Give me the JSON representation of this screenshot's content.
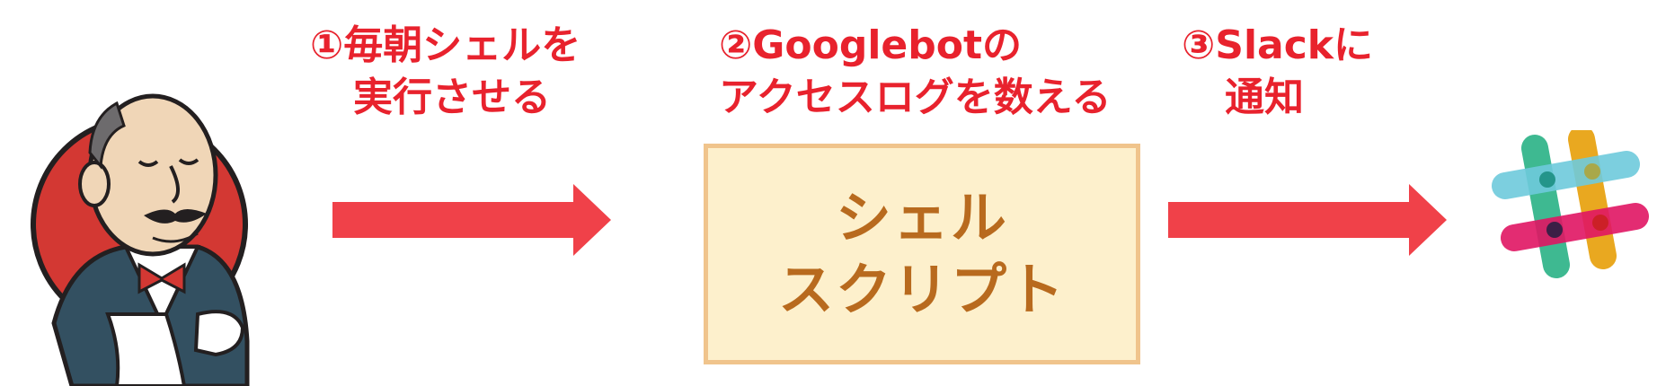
{
  "steps": [
    {
      "line1": "①毎朝シェルを",
      "line2": "実行させる"
    },
    {
      "line1": "②Googlebotの",
      "line2": "アクセスログを数える"
    },
    {
      "line1": "③Slackに",
      "line2": "通知"
    }
  ],
  "script_box": {
    "line1": "シェル",
    "line2": "スクリプト"
  },
  "colors": {
    "label": "#e8222d",
    "arrow": "#f04149",
    "box_fill": "#fdf0cc",
    "box_border": "#f0c48c",
    "box_text": "#b86a1e"
  },
  "icons": {
    "source": "jenkins-butler-icon",
    "target": "slack-icon"
  }
}
